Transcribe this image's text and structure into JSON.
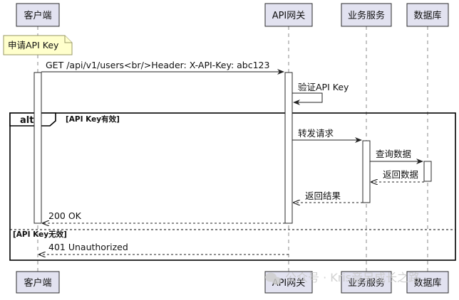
{
  "participants": [
    {
      "id": "client",
      "label": "客户端"
    },
    {
      "id": "gateway",
      "label": "API网关"
    },
    {
      "id": "service",
      "label": "业务服务"
    },
    {
      "id": "db",
      "label": "数据库"
    }
  ],
  "note": {
    "text": "申请API Key"
  },
  "messages": [
    {
      "id": "m1",
      "from": "client",
      "to": "gateway",
      "label": "GET /api/v1/users<br/>Header: X-API-Key: abc123",
      "style": "solid"
    },
    {
      "id": "m2",
      "from": "gateway",
      "to": "gateway",
      "label": "验证API Key",
      "style": "solid"
    },
    {
      "id": "m3",
      "from": "gateway",
      "to": "service",
      "label": "转发请求",
      "style": "solid"
    },
    {
      "id": "m4",
      "from": "service",
      "to": "db",
      "label": "查询数据",
      "style": "solid"
    },
    {
      "id": "m5",
      "from": "db",
      "to": "service",
      "label": "返回数据",
      "style": "dashed"
    },
    {
      "id": "m6",
      "from": "service",
      "to": "gateway",
      "label": "返回结果",
      "style": "dashed"
    },
    {
      "id": "m7",
      "from": "gateway",
      "to": "client",
      "label": "200 OK",
      "style": "dashed"
    },
    {
      "id": "m8",
      "from": "gateway",
      "to": "client",
      "label": "401 Unauthorized",
      "style": "dashed"
    }
  ],
  "fragment": {
    "operator": "alt",
    "guard_1": "[API Key有效]",
    "guard_2": "[API Key无效]"
  },
  "watermark": {
    "text": "公众号 · Kris音另成长之路"
  }
}
